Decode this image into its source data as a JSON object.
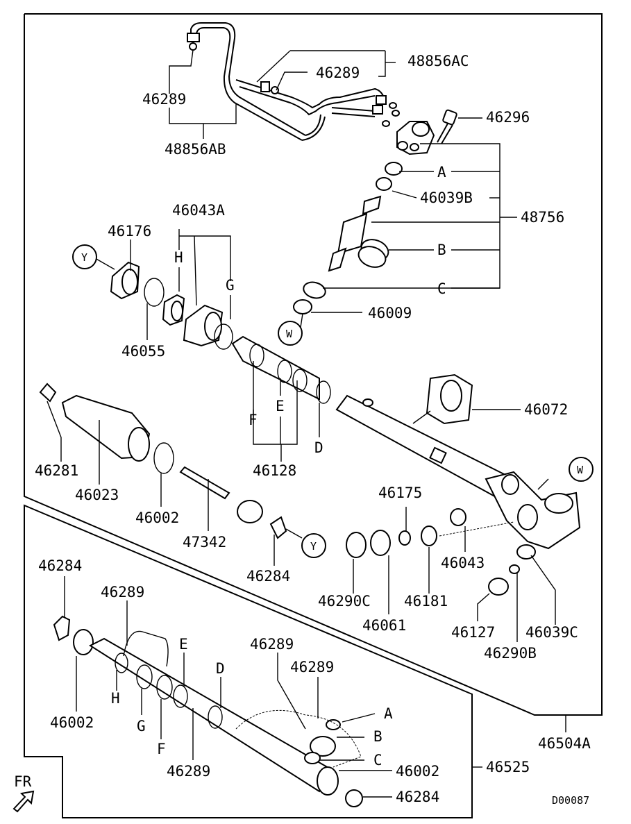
{
  "diagram_id": "D00087",
  "front_indicator": "FR",
  "callouts": {
    "c48856AC": "48856AC",
    "c46289_a": "46289",
    "c46289_b": "46289",
    "c48856AB": "48856AB",
    "c46296": "46296",
    "cA_top": "A",
    "c46039B": "46039B",
    "c48756": "48756",
    "cB_top": "B",
    "cC_top": "C",
    "c46009": "46009",
    "cW_top": "W",
    "c46043A": "46043A",
    "c46176": "46176",
    "cY_left": "Y",
    "cH_top": "H",
    "cG_top": "G",
    "c46055": "46055",
    "cF_top": "F",
    "cE_top": "E",
    "cD_top": "D",
    "c46128": "46128",
    "c46072": "46072",
    "c46281": "46281",
    "c46023": "46023",
    "c46002_a": "46002",
    "c47342": "47342",
    "c46284_a": "46284",
    "cY_right": "Y",
    "c46175": "46175",
    "cW_right": "W",
    "c46043": "46043",
    "c46290C": "46290C",
    "c46061": "46061",
    "c46181": "46181",
    "c46127": "46127",
    "c46039C": "46039C",
    "c46290B": "46290B",
    "c46504A": "46504A",
    "c46284_b": "46284",
    "c46289_c": "46289",
    "c46289_d": "46289",
    "c46289_e": "46289",
    "cH_bot": "H",
    "cE_bot": "E",
    "cD_bot": "D",
    "c46002_b": "46002",
    "cG_bot": "G",
    "cF_bot": "F",
    "c46289_f": "46289",
    "cA_bot": "A",
    "cB_bot": "B",
    "cC_bot": "C",
    "c46002_c": "46002",
    "c46525": "46525",
    "c46284_c": "46284"
  }
}
